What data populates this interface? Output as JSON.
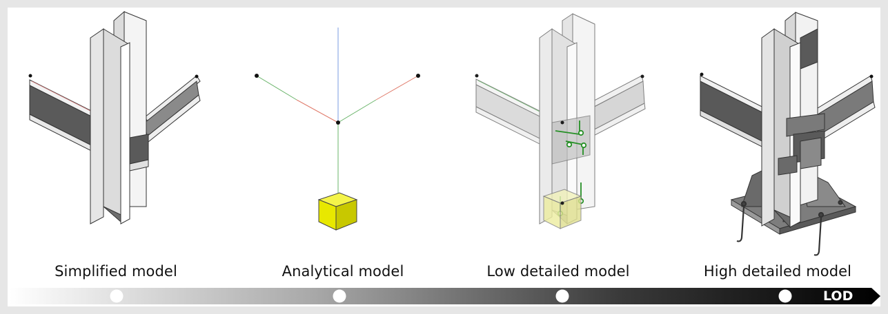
{
  "captions": {
    "simplified": "Simplified model",
    "analytical": "Analytical model",
    "low": "Low detailed model",
    "high": "High detailed model"
  },
  "axis": {
    "label": "LOD",
    "gradient_start": "#ffffff",
    "gradient_end": "#000000"
  },
  "colors": {
    "steel_light": "#eeeeee",
    "steel_mid": "#c8c8c8",
    "steel_dark": "#6a6a6a",
    "analytical_red": "#e07a6a",
    "analytical_green": "#6ab46a",
    "analytical_blue": "#7a9be0",
    "support_yellow": "#e8e800",
    "connector_green": "#1a8a1a"
  }
}
